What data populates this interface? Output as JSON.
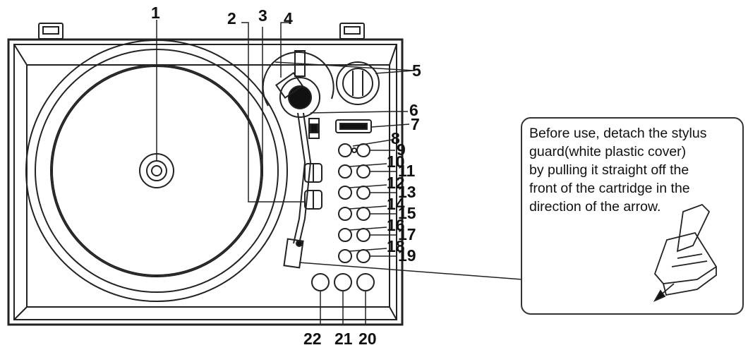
{
  "callouts": [
    "1",
    "2",
    "3",
    "4",
    "5",
    "6",
    "7",
    "8",
    "9",
    "10",
    "11",
    "12",
    "13",
    "14",
    "15",
    "16",
    "17",
    "18",
    "19",
    "20",
    "21",
    "22"
  ],
  "note": {
    "lines": [
      "Before use, detach the stylus",
      "guard(white plastic cover)",
      "by pulling it straight off the",
      "front of the cartridge in the",
      "direction of the arrow."
    ]
  },
  "icons": {
    "turntable": "turntable-top-view-drawing",
    "cartridge": "cartridge-stylus-guard-icon",
    "arrow": "remove-direction-arrow-icon"
  }
}
